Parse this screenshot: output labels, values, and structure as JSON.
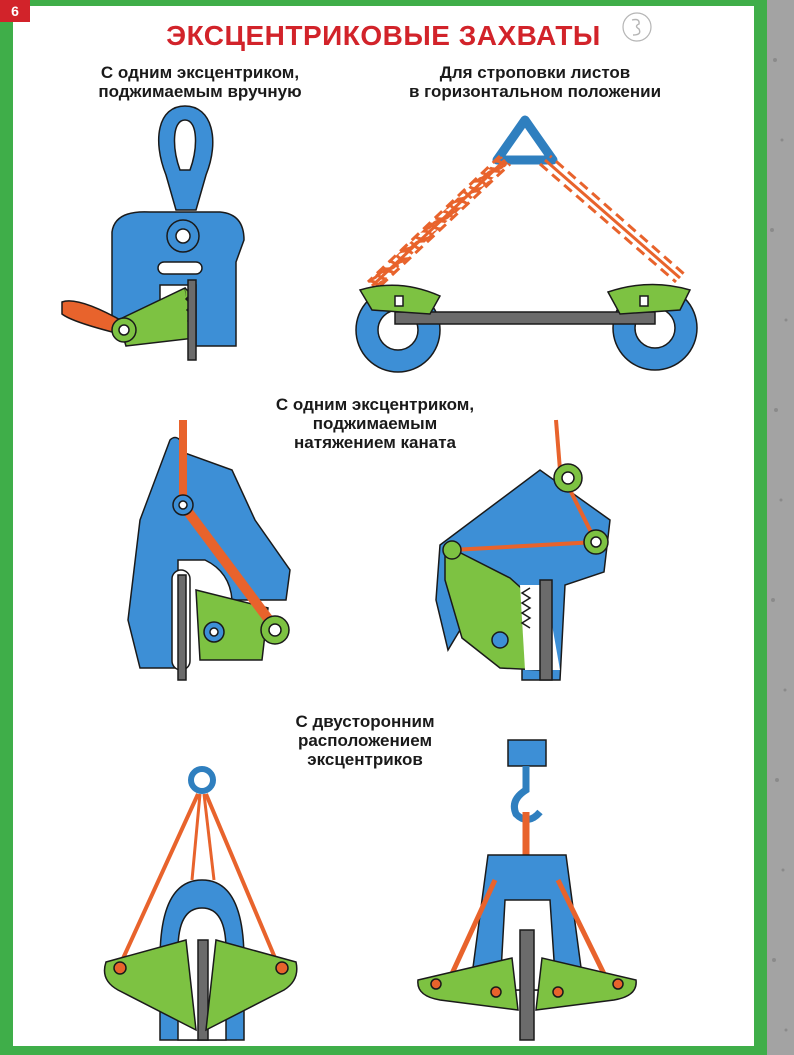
{
  "page_number": "6",
  "title": "ЭКСЦЕНТРИКОВЫЕ ЗАХВАТЫ",
  "captions": {
    "single_manual": [
      "С одним эксцентриком,",
      "поджимаемым вручную"
    ],
    "horizontal_sheets": [
      "Для строповки листов",
      "в горизонтальном положении"
    ],
    "single_rope": [
      "С одним эксцентриком,",
      "поджимаемым",
      "натяжением каната"
    ],
    "double_sided": [
      "С двусторонним",
      "расположением",
      "эксцентриков"
    ]
  },
  "colors": {
    "frame_green": "#3fae49",
    "title_red": "#d2232a",
    "body_blue": "#3d8fd6",
    "cam_green": "#7dc242",
    "chain_orange": "#e8632c",
    "plate_gray": "#6b6b6b"
  }
}
